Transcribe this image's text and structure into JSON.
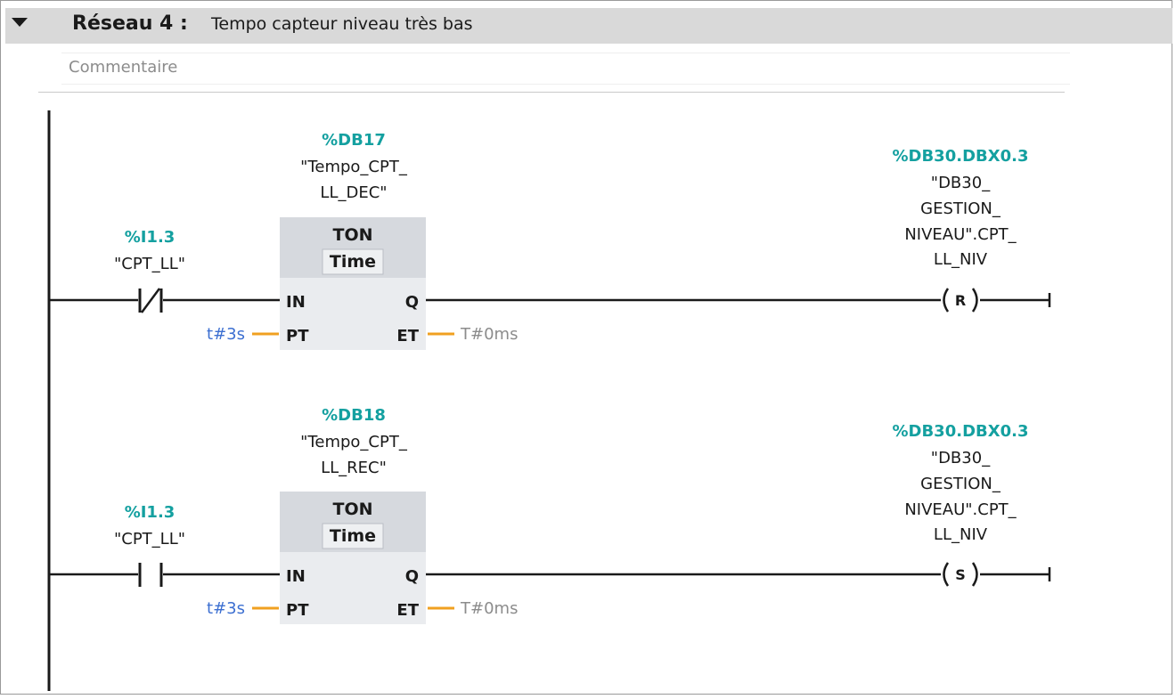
{
  "header": {
    "network_label": "Réseau 4 :",
    "network_title": "Tempo capteur niveau très bas"
  },
  "comment": {
    "placeholder": "Commentaire"
  },
  "rungs": [
    {
      "contact": {
        "address": "%I1.3",
        "symbol": "\"CPT_LL\"",
        "kind": "normally-closed"
      },
      "timer": {
        "instance_address": "%DB17",
        "instance_name_line1": "\"Tempo_CPT_",
        "instance_name_line2": "LL_DEC\"",
        "type": "TON",
        "data_type": "Time",
        "pin_in": "IN",
        "pin_pt": "PT",
        "pin_q": "Q",
        "pin_et": "ET",
        "pt_value": "t#3s",
        "et_value": "T#0ms"
      },
      "coil": {
        "address": "%DB30.DBX0.3",
        "symbol_line1": "\"DB30_",
        "symbol_line2": "GESTION_",
        "symbol_line3": "NIVEAU\".CPT_",
        "symbol_line4": "LL_NIV",
        "kind": "R"
      }
    },
    {
      "contact": {
        "address": "%I1.3",
        "symbol": "\"CPT_LL\"",
        "kind": "normally-open"
      },
      "timer": {
        "instance_address": "%DB18",
        "instance_name_line1": "\"Tempo_CPT_",
        "instance_name_line2": "LL_REC\"",
        "type": "TON",
        "data_type": "Time",
        "pin_in": "IN",
        "pin_pt": "PT",
        "pin_q": "Q",
        "pin_et": "ET",
        "pt_value": "t#3s",
        "et_value": "T#0ms"
      },
      "coil": {
        "address": "%DB30.DBX0.3",
        "symbol_line1": "\"DB30_",
        "symbol_line2": "GESTION_",
        "symbol_line3": "NIVEAU\".CPT_",
        "symbol_line4": "LL_NIV",
        "kind": "S"
      }
    }
  ],
  "colors": {
    "address": "#14a0a0",
    "parameter": "#3c6fd1",
    "actual_value": "#8c8c8c",
    "wire_param": "#f0a020",
    "box_fill": "#d6d9de",
    "header_bg": "#d9d9d9"
  }
}
